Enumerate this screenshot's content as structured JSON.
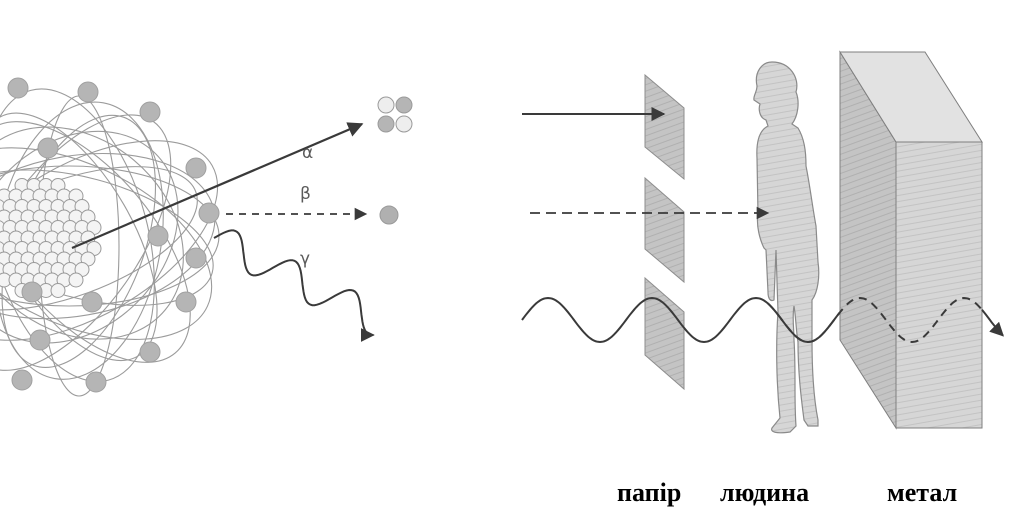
{
  "left_panel": {
    "alpha_label": "α",
    "beta_label": "β",
    "gamma_label": "γ"
  },
  "captions": {
    "paper": "папір",
    "human": "людина",
    "metal": "метал"
  },
  "colors": {
    "line": "#4a4a4a",
    "particle": "#b5b5b5",
    "particle_edge": "#9a9a9a",
    "sheet": "#c7c7c7",
    "block_front": "#c2c2c2",
    "block_side": "#d8d8d8",
    "body": "#cfcfcf"
  }
}
